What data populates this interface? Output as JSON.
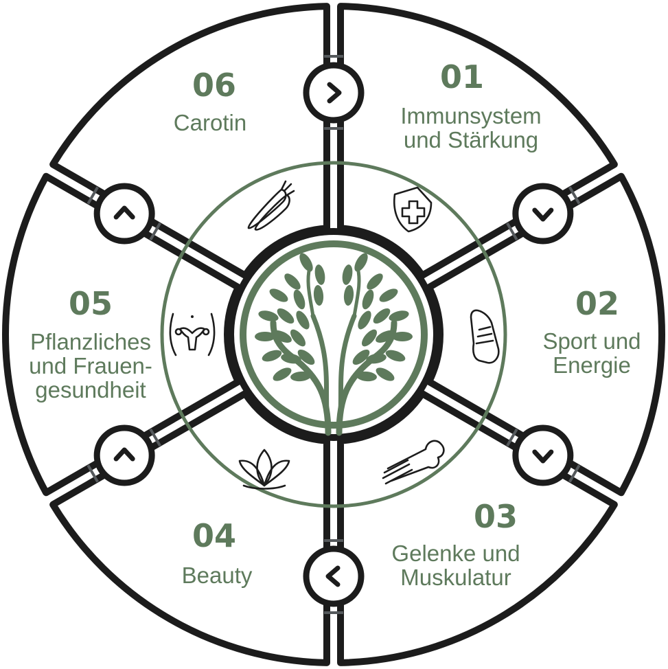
{
  "colors": {
    "accent_green": "#5e7a5c",
    "outline": "#1c1c1c",
    "background": "#ffffff"
  },
  "center_icon": "tree-icon",
  "segments": [
    {
      "number": "01",
      "lines": [
        "Immunsystem",
        "und Stärkung"
      ],
      "icon": "shield-cross-icon"
    },
    {
      "number": "02",
      "lines": [
        "Sport und",
        "Energie"
      ],
      "icon": "sneaker-icon"
    },
    {
      "number": "03",
      "lines": [
        "Gelenke und",
        "Muskulatur"
      ],
      "icon": "bone-joint-icon"
    },
    {
      "number": "04",
      "lines": [
        "Beauty"
      ],
      "icon": "lotus-icon"
    },
    {
      "number": "05",
      "lines": [
        "Pflanzliches",
        "und Frauen-",
        "gesundheit"
      ],
      "icon": "uterus-icon"
    },
    {
      "number": "06",
      "lines": [
        "Carotin"
      ],
      "icon": "carrot-icon"
    }
  ]
}
